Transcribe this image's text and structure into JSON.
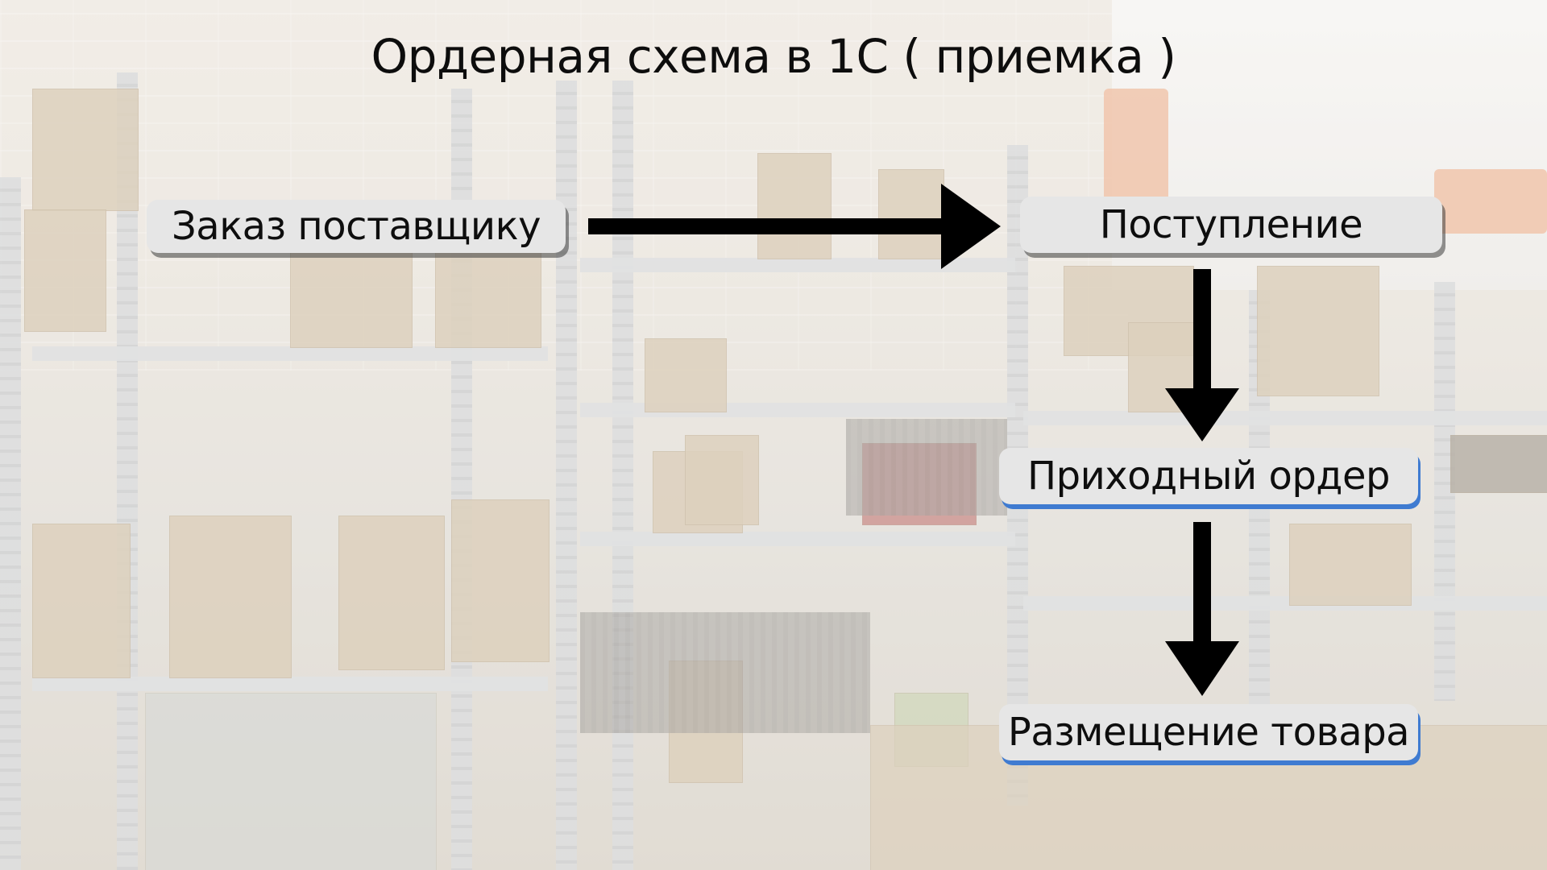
{
  "title": "Ордерная схема в 1С ( приемка )",
  "nodes": {
    "supplier_order": "Заказ поставщику",
    "receipt": "Поступление",
    "incoming_order": "Приходный ордер",
    "goods_placement": "Размещение товара"
  },
  "edges": [
    {
      "from": "supplier_order",
      "to": "receipt"
    },
    {
      "from": "receipt",
      "to": "incoming_order"
    },
    {
      "from": "incoming_order",
      "to": "goods_placement"
    }
  ],
  "colors": {
    "node_fill": "#e6e6e6",
    "arrow": "#000000",
    "accent_shadow": "#3f7bd1"
  }
}
